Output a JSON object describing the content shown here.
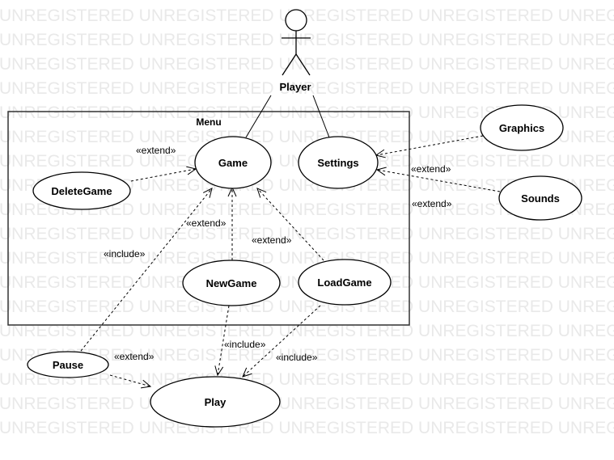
{
  "watermark": "UNREGISTERED",
  "diagram": {
    "actor": {
      "name": "Player"
    },
    "system_boundary": {
      "name": "Menu"
    },
    "use_cases": {
      "game": "Game",
      "settings": "Settings",
      "delete_game": "DeleteGame",
      "new_game": "NewGame",
      "load_game": "LoadGame",
      "graphics": "Graphics",
      "sounds": "Sounds",
      "pause": "Pause",
      "play": "Play"
    },
    "relationships": {
      "deletegame_game": "«extend»",
      "newgame_game": "«extend»",
      "loadgame_game": "«extend»",
      "pause_game": "«include»",
      "graphics_settings": "«extend»",
      "sounds_settings": "«extend»",
      "newgame_play": "«include»",
      "loadgame_play": "«include»",
      "pause_play": "«extend»"
    }
  }
}
